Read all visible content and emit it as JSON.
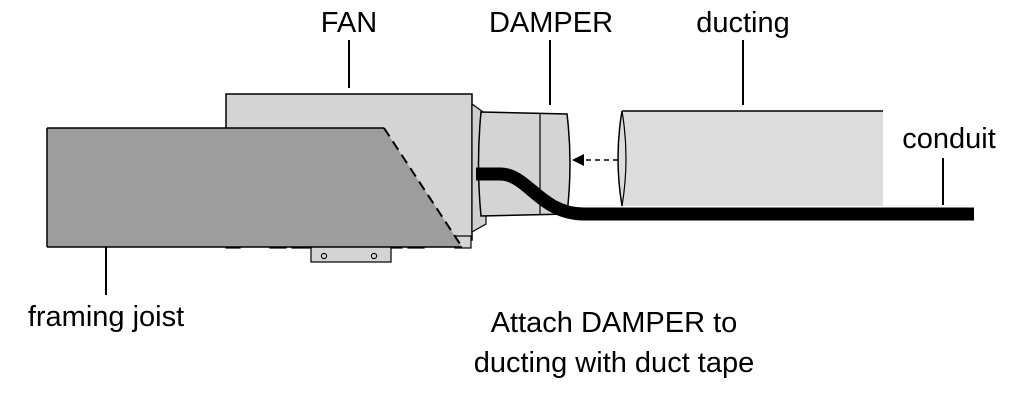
{
  "labels": {
    "fan": "FAN",
    "damper": "DAMPER",
    "ducting": "ducting",
    "conduit": "conduit",
    "framing_joist": "framing joist"
  },
  "caption": {
    "line1": "Attach DAMPER to",
    "line2": "ducting with duct tape"
  },
  "colors": {
    "joist_fill": "#9d9d9d",
    "fan_fill": "#d4d4d4",
    "duct_fill": "#dcdcdc",
    "stroke": "#000000",
    "conduit": "#000000"
  }
}
